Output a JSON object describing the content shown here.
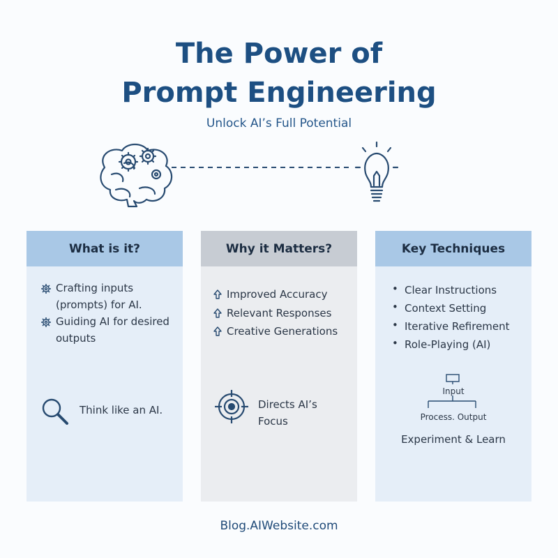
{
  "title_line1": "The Power of",
  "title_line2": "Prompt Engineering",
  "subtitle": "Unlock AI’s Full Potential",
  "colors": {
    "title": "#1d4f82",
    "header_blue": "#a9c8e6",
    "header_gray": "#c7ccd3",
    "icon": "#274a70"
  },
  "cards": [
    {
      "title": "What is it?",
      "items": [
        "Crafting inputs",
        "(prompts) for AI.",
        "Guiding AI for desired",
        "outputs"
      ],
      "note": "Think like an AI.",
      "item_icon": "gear-icon",
      "note_icon": "magnifier-icon"
    },
    {
      "title": "Why it Matters?",
      "items": [
        "Improved Accuracy",
        "Relevant Responses",
        "Creative Generations"
      ],
      "note": [
        "Directs AI’s",
        "Focus"
      ],
      "item_icon": "arrow-up-icon",
      "note_icon": "target-icon"
    },
    {
      "title": "Key Techniques",
      "items": [
        "Clear Instructions",
        "Context Setting",
        "Iterative Refirement",
        "Role-Playing (AI)"
      ],
      "diagram": {
        "top": "Input",
        "bottom": "Process. Output"
      },
      "note": "Experiment & Learn"
    }
  ],
  "footer": "Blog.AIWebsite.com"
}
